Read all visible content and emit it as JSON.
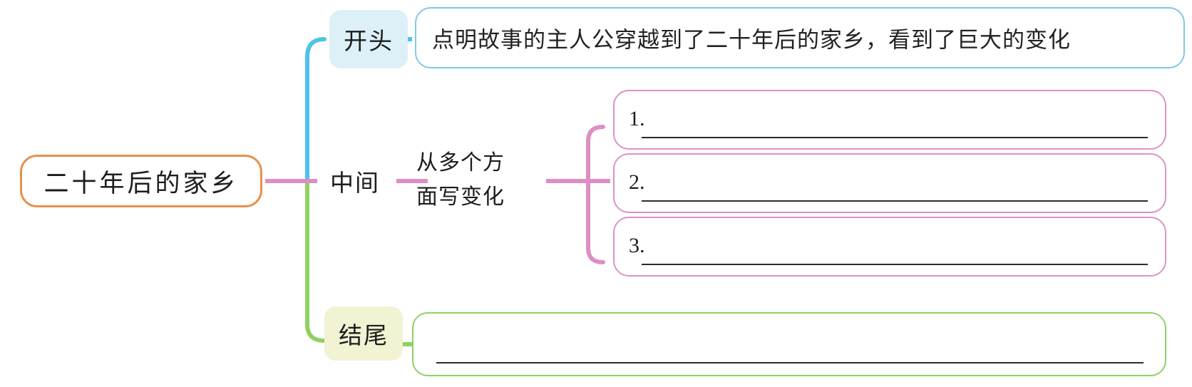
{
  "diagram": {
    "type": "mind-map",
    "title_node": {
      "text": "二十年后的家乡",
      "border_color": "#e8914a"
    },
    "branches": [
      {
        "id": "opening",
        "label": "开头",
        "label_bg": "#ddf0f7",
        "line_color": "#4ec3e8",
        "box_border": "#7ec9e3",
        "box_text": "点明故事的主人公穿越到了二十年后的家乡，看到了巨大的变化"
      },
      {
        "id": "middle",
        "label": "中间",
        "label_bg": "transparent",
        "line_color": "#dd8fc4",
        "box_border": "#dd92c4",
        "sub_label_line1": "从多个方",
        "sub_label_line2": "面写变化",
        "items": [
          {
            "marker": "1.",
            "text": ""
          },
          {
            "marker": "2.",
            "text": ""
          },
          {
            "marker": "3.",
            "text": ""
          }
        ]
      },
      {
        "id": "ending",
        "label": "结尾",
        "label_bg": "#f2f3d3",
        "line_color": "#8ed163",
        "box_border": "#8ed163",
        "box_text": ""
      }
    ]
  }
}
